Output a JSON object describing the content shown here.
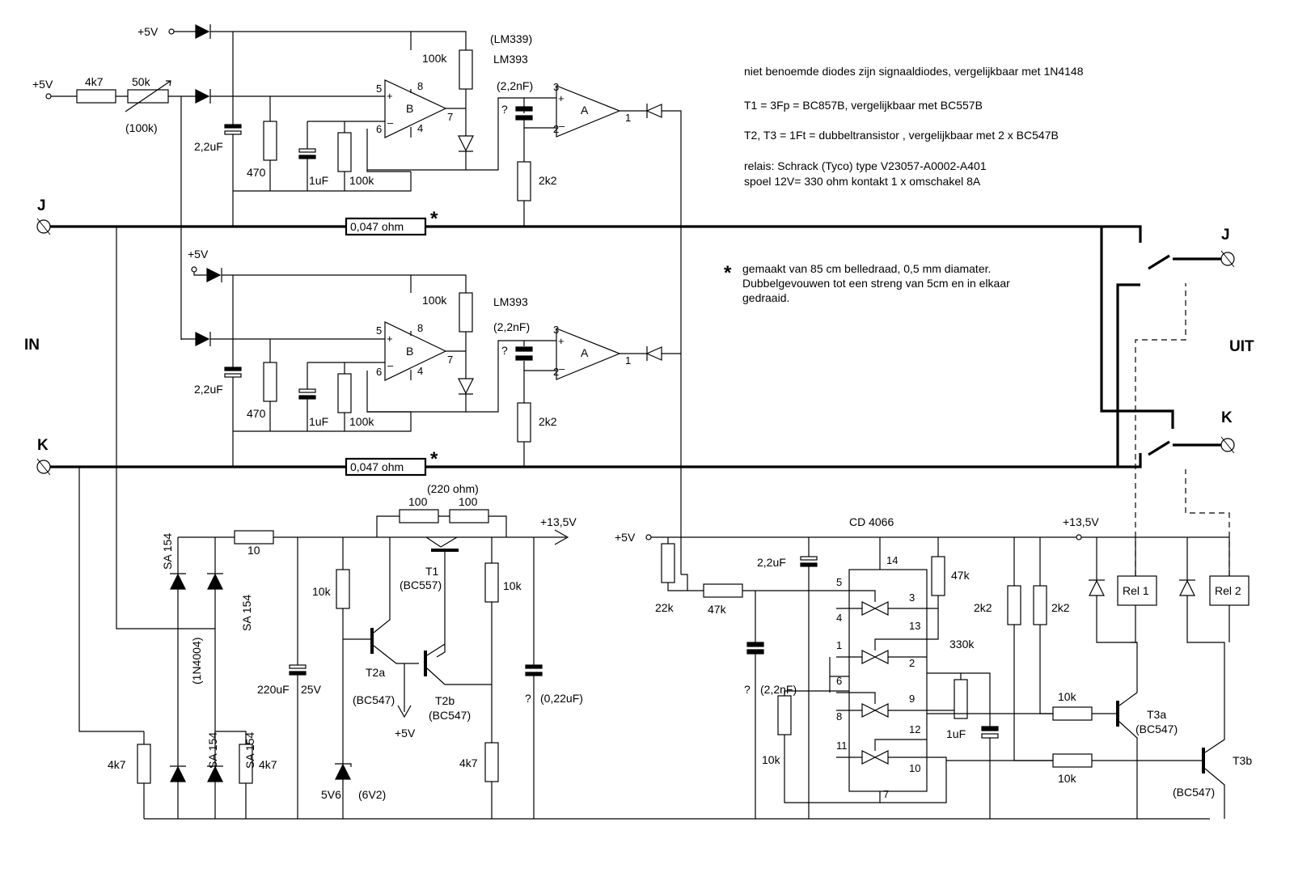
{
  "notes": {
    "line1": "niet benoemde diodes zijn signaaldiodes, vergelijkbaar met 1N4148",
    "line2": "T1 = 3Fp = BC857B, vergelijkbaar met BC557B",
    "line3": "T2, T3 = 1Ft = dubbeltransistor , vergelijkbaar met 2 x BC547B",
    "line4": "relais: Schrack (Tyco) type V23057-A0002-A401",
    "line5": "spoel 12V=  330 ohm     kontakt 1 x omschakel  8A",
    "footnote_mark": "*",
    "foot1": "gemaakt van 85 cm belledraad, 0,5 mm diamater.",
    "foot2": "Dubbelgevouwen tot een streng van 5cm en in elkaar",
    "foot3": "gedraaid."
  },
  "terminals": {
    "in": "IN",
    "uit": "UIT",
    "j_in": "J",
    "k_in": "K",
    "j_out": "J",
    "k_out": "K"
  },
  "shunts": {
    "value": "0,047 ohm",
    "mark": "*"
  },
  "rails": {
    "p5v": "+5V",
    "p135": "+13,5V"
  },
  "upper": {
    "r4k7": "4k7",
    "pot": "50k",
    "pot_alt": "(100k)",
    "c22": "2,2uF",
    "r470": "470",
    "c1": "1uF",
    "r100k_low": "100k",
    "r100k_top": "100k",
    "ic_alt": "(LM339)",
    "ic": "LM393",
    "cap_val": "(2,2nF)",
    "cap_q": "?",
    "r2k2": "2k2",
    "gate_b": "B",
    "gate_a": "A",
    "p5": "5",
    "p6": "6",
    "p8": "8",
    "p4": "4",
    "p7": "7",
    "p3": "3",
    "p2": "2",
    "p1": "1",
    "plus": "+",
    "minus": "–"
  },
  "lower": {
    "c22": "2,2uF",
    "r470": "470",
    "c1": "1uF",
    "r100k_low": "100k",
    "r100k_top": "100k",
    "ic": "LM393",
    "cap_val": "(2,2nF)",
    "cap_q": "?",
    "r2k2": "2k2",
    "gate_b": "B",
    "gate_a": "A",
    "p5": "5",
    "p6": "6",
    "p8": "8",
    "p4": "4",
    "p7": "7",
    "p3": "3",
    "p2": "2",
    "p1": "1",
    "plus": "+",
    "minus": "–"
  },
  "supply": {
    "d1": "SA 154",
    "d2": "SA 154",
    "d3": "SA 154",
    "d4": "SA 154",
    "d_alt": "(1N4004)",
    "r10": "10",
    "r4k7a": "4k7",
    "r4k7b": "4k7",
    "c220": "220uF",
    "c220v": "25V",
    "r_alt": "(220 ohm)",
    "r100a": "100",
    "r100b": "100",
    "t1": "T1",
    "t1_type": "(BC557)",
    "r10k_a": "10k",
    "r10k_b": "10k",
    "t2a": "T2a",
    "t2a_type": "(BC547)",
    "t2b": "T2b",
    "t2b_type": "(BC547)",
    "p5v_out": "+5V",
    "r4k7c": "4k7",
    "zener": "5V6",
    "zener_alt": "(6V2)",
    "cq": "?",
    "cq_val": "(0,22uF)"
  },
  "logic": {
    "ic": "CD 4066",
    "r22k": "22k",
    "r47k_h": "47k",
    "c22": "2,2uF",
    "r47k_v": "47k",
    "cq": "?",
    "cq_val": "(2,2nF)",
    "r330k": "330k",
    "c1": "1uF",
    "r10k_v": "10k",
    "r2k2a": "2k2",
    "r2k2b": "2k2",
    "r10k_t3a": "10k",
    "r10k_t3b": "10k",
    "t3a": "T3a",
    "t3a_type": "(BC547)",
    "t3b": "T3b",
    "t3b_type": "(BC547)",
    "rel1": "Rel 1",
    "rel2": "Rel 2",
    "p14": "14",
    "p5": "5",
    "p4": "4",
    "p3": "3",
    "p13": "13",
    "p1": "1",
    "p2": "2",
    "p6": "6",
    "p8": "8",
    "p9": "9",
    "p12": "12",
    "p11": "11",
    "p10": "10",
    "p7": "7"
  }
}
